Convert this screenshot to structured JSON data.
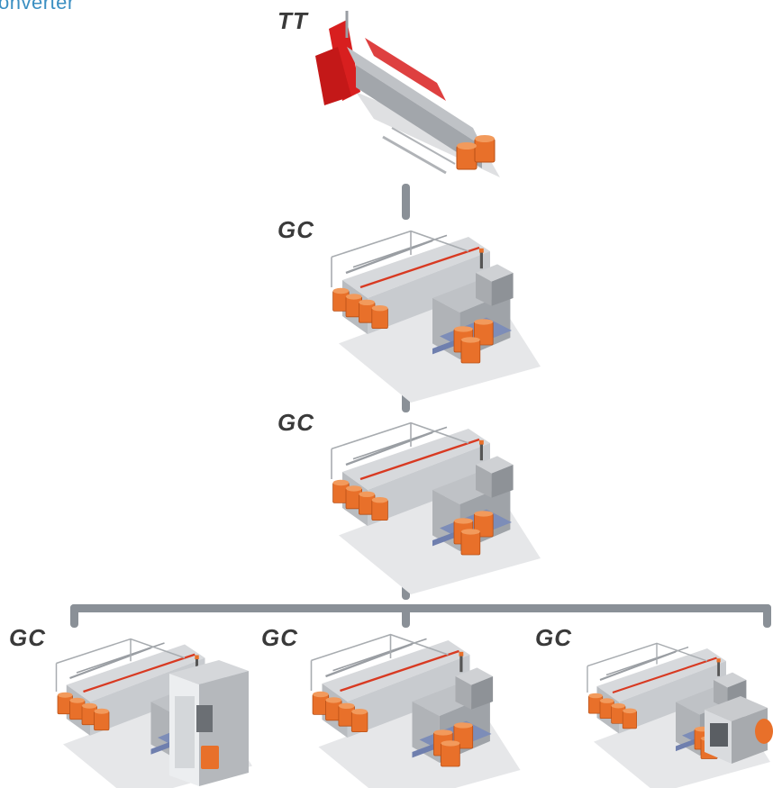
{
  "header": {
    "text": "onverter"
  },
  "stages": [
    {
      "label": "TT",
      "type": "turntable"
    },
    {
      "label": "GC",
      "type": "gill"
    },
    {
      "label": "GC",
      "type": "gill"
    },
    {
      "label": "GC",
      "type": "gill-cabinet"
    },
    {
      "label": "GC",
      "type": "gill"
    },
    {
      "label": "GC",
      "type": "gill-tunnel"
    }
  ],
  "colors": {
    "connector": "#8a9097",
    "machine_body": "#c9cbce",
    "can_orange": "#e8702a",
    "feed_red": "#d81f1f",
    "platform_blue": "#7d8db8"
  },
  "icons": [
    "turntable-machine-icon",
    "gill-machine-icon"
  ]
}
